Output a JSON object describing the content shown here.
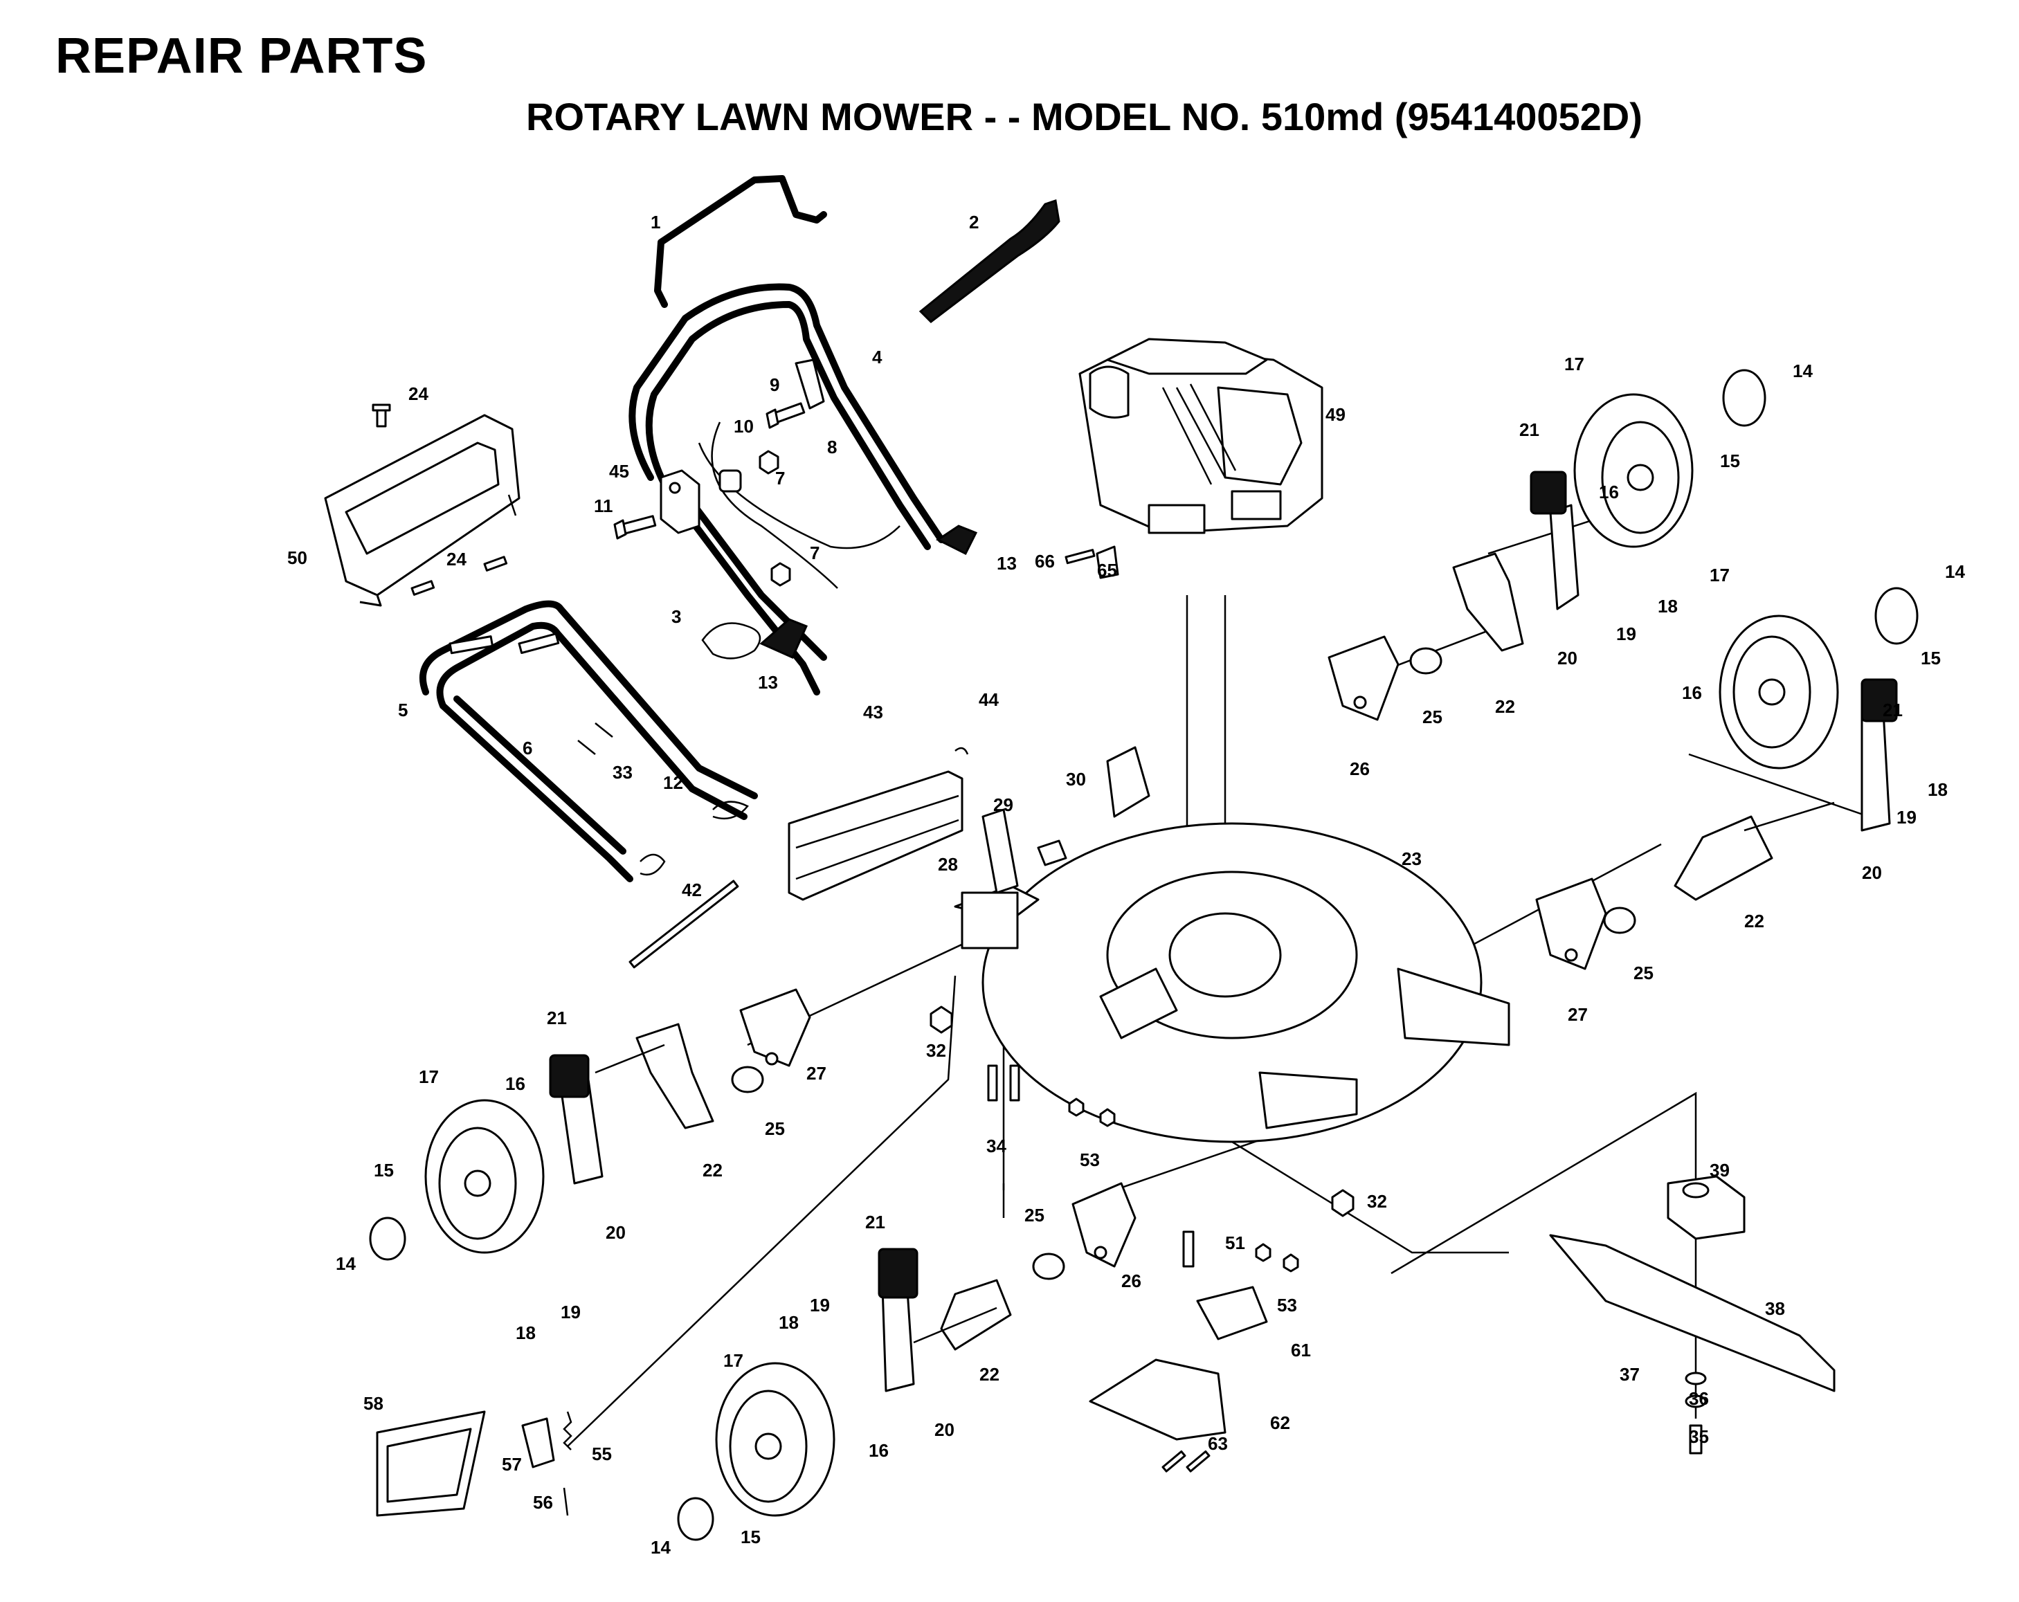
{
  "header": {
    "title": "REPAIR PARTS",
    "subtitle": "ROTARY LAWN MOWER - - MODEL NO. 510md (954140052D)"
  },
  "callouts": [
    "1",
    "2",
    "3",
    "4",
    "5",
    "6",
    "7",
    "7",
    "8",
    "9",
    "10",
    "11",
    "12",
    "13",
    "13",
    "14",
    "14",
    "14",
    "14",
    "15",
    "15",
    "15",
    "15",
    "16",
    "16",
    "16",
    "16",
    "17",
    "17",
    "17",
    "17",
    "18",
    "18",
    "18",
    "18",
    "19",
    "19",
    "19",
    "19",
    "20",
    "20",
    "20",
    "20",
    "21",
    "21",
    "21",
    "21",
    "22",
    "22",
    "22",
    "22",
    "23",
    "24",
    "24",
    "25",
    "25",
    "25",
    "25",
    "26",
    "26",
    "27",
    "27",
    "28",
    "29",
    "30",
    "32",
    "32",
    "33",
    "34",
    "35",
    "36",
    "37",
    "38",
    "39",
    "42",
    "43",
    "44",
    "45",
    "49",
    "50",
    "51",
    "53",
    "53",
    "55",
    "56",
    "57",
    "58",
    "61",
    "62",
    "63",
    "65",
    "66"
  ]
}
